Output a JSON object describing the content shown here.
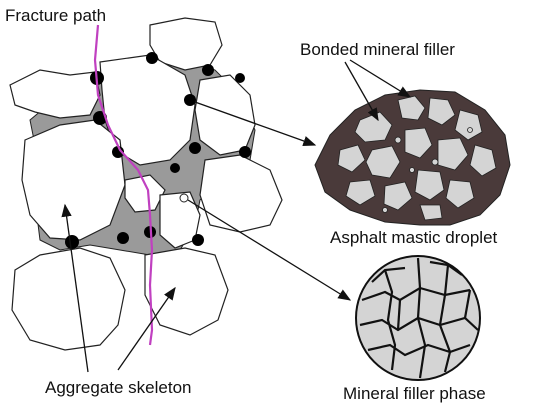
{
  "labels": {
    "fracture_path": "Fracture path",
    "bonded_filler": "Bonded mineral filler",
    "mastic_droplet": "Asphalt mastic droplet",
    "aggregate_skeleton": "Aggregate skeleton",
    "filler_phase": "Mineral filler phase"
  },
  "colors": {
    "fracture_line": "#c040c0",
    "mastic": "#9a9a9a",
    "binder_spot": "#000000",
    "droplet_binder": "#4a3a3a",
    "particle_fill": "#d4d4d4"
  }
}
